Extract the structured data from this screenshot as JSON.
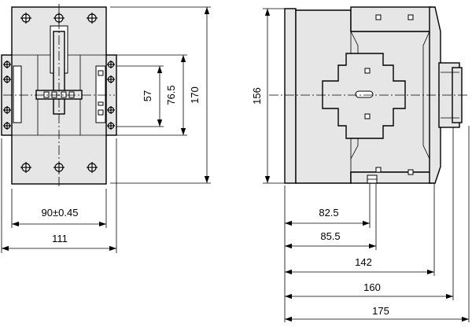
{
  "dimensions": {
    "width_hole_spacing": "90±0.45",
    "width_overall": "111",
    "height_57": "57",
    "height_76_5": "76.5",
    "height_170": "170",
    "side_height_156": "156",
    "depth_82_5": "82.5",
    "depth_85_5": "85.5",
    "depth_142": "142",
    "depth_160": "160",
    "depth_175": "175"
  },
  "colors": {
    "body_fill": "#e6e6e6",
    "line": "#000000",
    "background": "#ffffff"
  }
}
